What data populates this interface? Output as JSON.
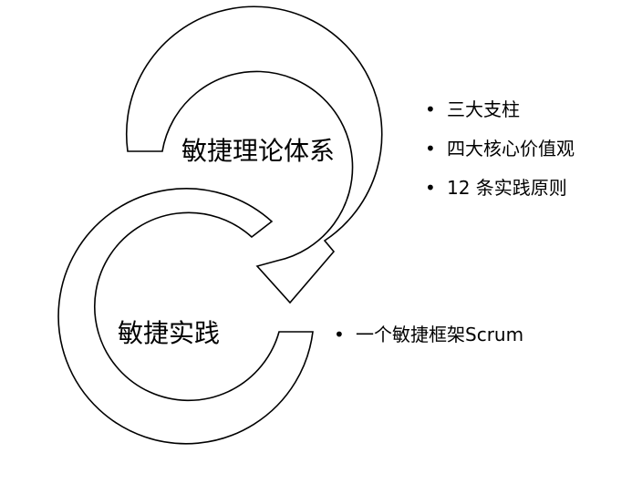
{
  "theory": {
    "title": "敏捷理论体系",
    "points": [
      "三大支柱",
      "四大核心价值观",
      "12 条实践原则"
    ]
  },
  "practice": {
    "title": "敏捷实践",
    "points": [
      "一个敏捷框架Scrum"
    ]
  },
  "bullet_glyph": "•"
}
